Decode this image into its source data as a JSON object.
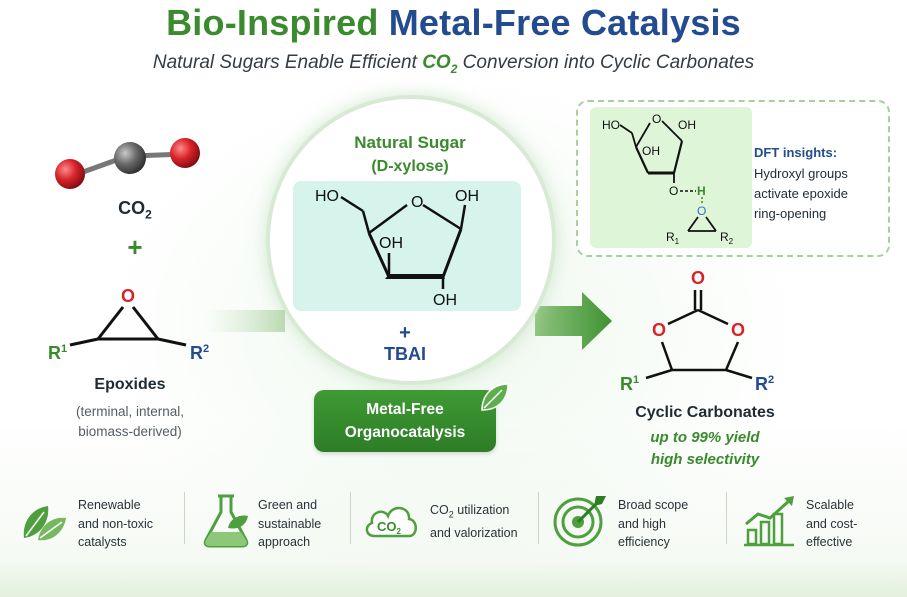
{
  "header": {
    "title_part1": "Bio-Inspired",
    "title_part2": "Metal-Free Catalysis",
    "subtitle_before": "Natural Sugars Enable Efficient",
    "subtitle_co2": "CO",
    "subtitle_co2_sub": "2",
    "subtitle_after": "Conversion into Cyclic Carbonates"
  },
  "reactants": {
    "co2_label": "CO",
    "co2_sub": "2",
    "plus": "+",
    "epoxide_o": "O",
    "r1": "R",
    "r1_sup": "1",
    "r2": "R",
    "r2_sup": "2",
    "epoxides_label": "Epoxides",
    "epoxides_sub_line1": "(terminal, internal,",
    "epoxides_sub_line2": "biomass-derived)"
  },
  "catalyst": {
    "title": "Natural Sugar",
    "subtitle": "(D-xylose)",
    "ho_top": "HO",
    "oh_right": "OH",
    "oh_mid": "OH",
    "oh_bottom": "OH",
    "ring_o": "O",
    "plus": "+",
    "cocatalyst": "TBAI",
    "badge_line1": "Metal-Free",
    "badge_line2": "Organocatalysis"
  },
  "dft": {
    "title": "DFT insights:",
    "body_line1": "Hydroxyl groups",
    "body_line2": "activate epoxide",
    "body_line3": "ring-opening",
    "ho": "HO",
    "oh1": "OH",
    "oh2": "OH",
    "ring_o": "O",
    "o_link": "O",
    "h": "H",
    "epox_o": "O",
    "r1": "R",
    "r1_sub": "1",
    "r2": "R",
    "r2_sub": "2"
  },
  "product": {
    "carbonyl_o": "O",
    "ring_o_left": "O",
    "ring_o_right": "O",
    "r1": "R",
    "r1_sup": "1",
    "r2": "R",
    "r2_sup": "2",
    "label": "Cyclic Carbonates",
    "yield": "up to 99% yield",
    "selectivity": "high selectivity"
  },
  "features": [
    {
      "icon": "leaves-icon",
      "line1": "Renewable",
      "line2": "and non-toxic",
      "line3": "catalysts"
    },
    {
      "icon": "flask-icon",
      "line1": "Green and",
      "line2": "sustainable",
      "line3": "approach"
    },
    {
      "icon": "co2-cloud-icon",
      "line1_pre": "CO",
      "line1_sub": "2",
      "line1_post": " utilization",
      "line2": "and valorization",
      "cloud_text": "CO",
      "cloud_sub": "2"
    },
    {
      "icon": "target-icon",
      "line1": "Broad scope",
      "line2": "and high",
      "line3": "efficiency"
    },
    {
      "icon": "growth-chart-icon",
      "line1": "Scalable",
      "line2": "and cost-",
      "line3": "effective"
    }
  ],
  "colors": {
    "green": "#3a8a2e",
    "blue": "#234b8f",
    "arrow": "#4d9a3c",
    "mint": "#d6f3ec",
    "dft_fill": "#dff5d7"
  }
}
